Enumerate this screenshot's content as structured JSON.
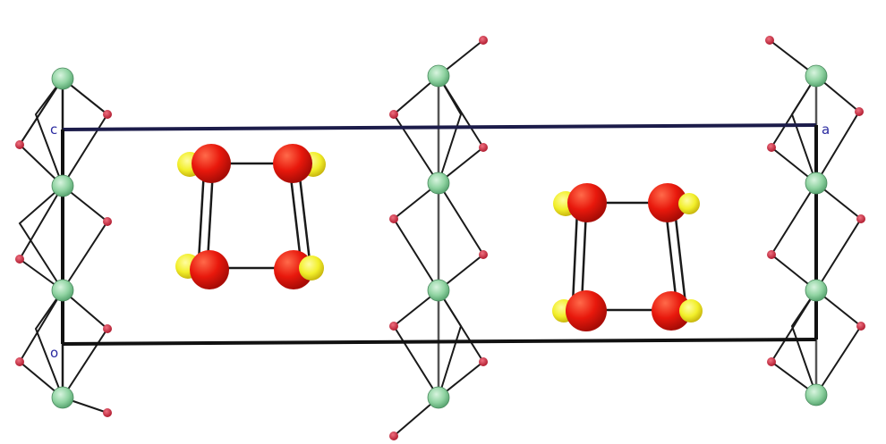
{
  "figure": {
    "corner_labels": {
      "top_left": "c",
      "top_right": "a",
      "bottom_left": "o"
    }
  },
  "colors": {
    "background": "#ffffff",
    "cell_edge": "#111111",
    "cell_edge_top": "#1c1c4a",
    "green_atom": "#8fd3a1",
    "red_atom": "#e8180c",
    "yellow_atom": "#f2ef2a",
    "small_atom": "#c8243a",
    "bond": "#1a1a1a",
    "axis_label": "#2a2aa0"
  }
}
